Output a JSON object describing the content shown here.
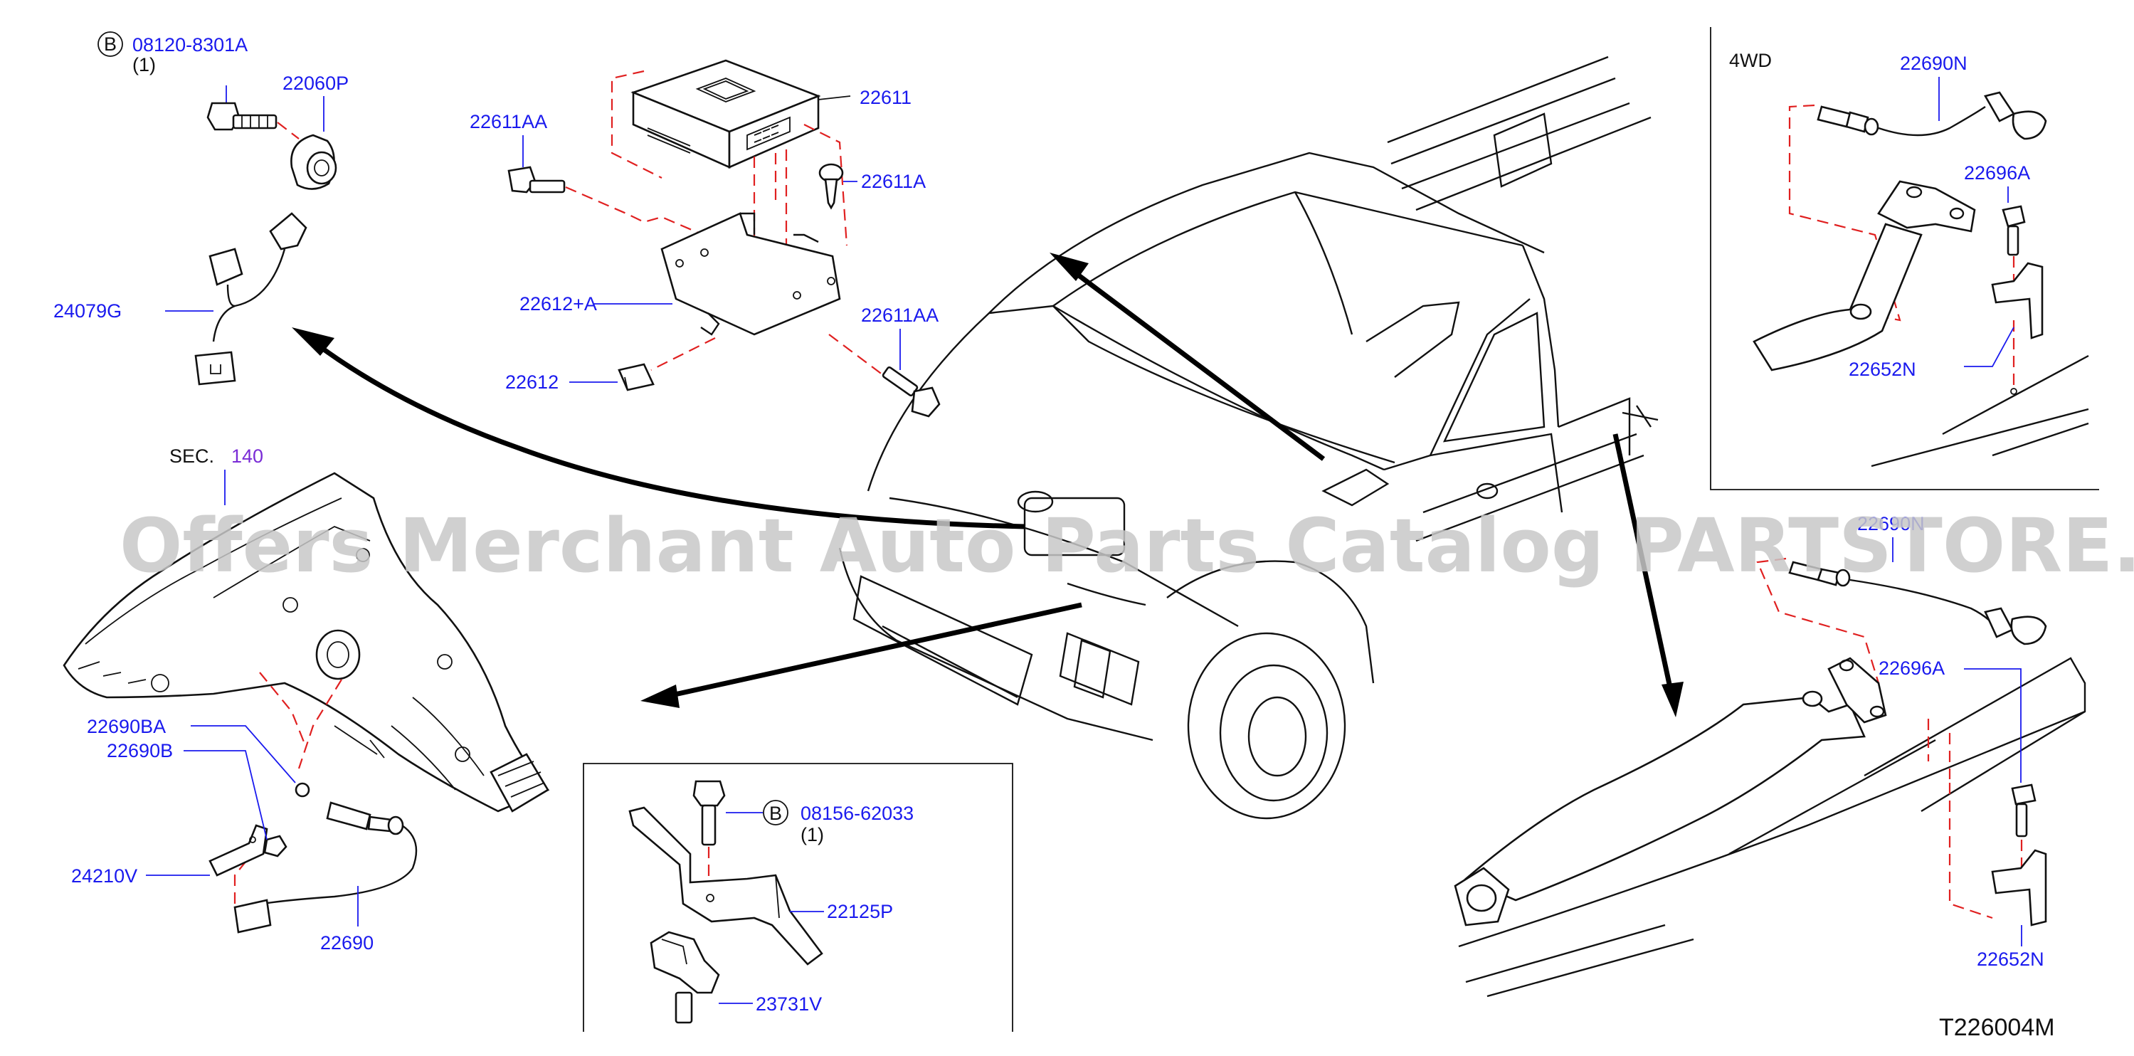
{
  "labels": {
    "bolt_b_top": "08120-8301A",
    "qty_top": "(1)",
    "p22060P": "22060P",
    "p24079G": "24079G",
    "p22611AA_top": "22611AA",
    "p22611": "22611",
    "p22611A": "22611A",
    "p22612A": "22612+A",
    "p22611AA_right": "22611AA",
    "p22612": "22612",
    "sec_prefix": "SEC.",
    "sec_num": "140",
    "p22690BA": "22690BA",
    "p22690B": "22690B",
    "p24210V": "24210V",
    "p22690": "22690",
    "bolt_b_mid": "08156-62033",
    "qty_mid": "(1)",
    "p22125P": "22125P",
    "p23731V": "23731V",
    "fwd_tag": "4WD",
    "p22690N_top": "22690N",
    "p22696A_top": "22696A",
    "p22652N_top": "22652N",
    "p22690N_mid": "22690N",
    "p22696A_mid": "22696A",
    "p22652N_bot": "22652N",
    "b_symbol_1": "B",
    "b_symbol_2": "B",
    "diagram_code": "T226004M"
  },
  "watermark": "Offers Merchant Auto Parts Catalog PARTSTORE.SA",
  "colors": {
    "label_blue": "#1a1aee",
    "section_violet": "#7a2cd6",
    "phantom_red": "#e02020",
    "line_black": "#111111",
    "watermark_gray": "#c8c8c8"
  }
}
